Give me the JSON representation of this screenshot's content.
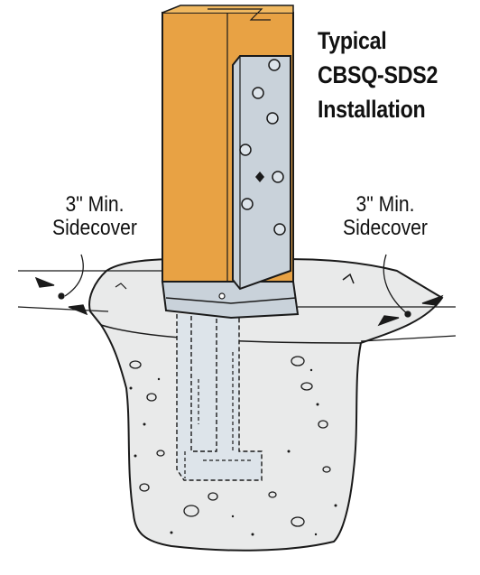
{
  "title": {
    "line1": "Typical",
    "line2": "CBSQ-SDS2",
    "line3": "Installation"
  },
  "callout_left": {
    "line1": "3\" Min.",
    "line2": "Sidecover"
  },
  "callout_right": {
    "line1": "3\" Min.",
    "line2": "Sidecover"
  },
  "colors": {
    "wood_post": "#E8A244",
    "wood_top": "#F0B860",
    "steel": "#C9D2DA",
    "steel_light": "#DDE4EA",
    "concrete": "#E9EAEA",
    "outline": "#1A1A1A"
  }
}
